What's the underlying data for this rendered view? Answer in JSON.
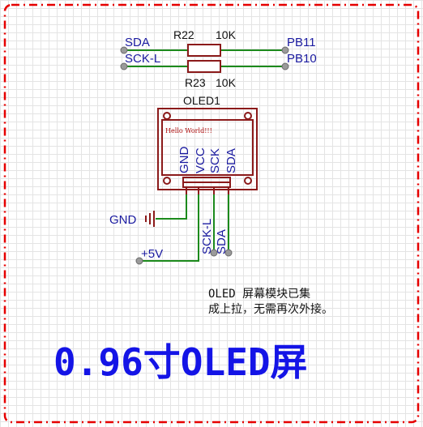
{
  "border_color": "#e60000",
  "wire_color": "#1c8a1c",
  "part_color": "#8b1a1a",
  "label_color": "#1a1aa0",
  "title_color": "#1414e6",
  "resistors": {
    "r22": {
      "ref": "R22",
      "value": "10K"
    },
    "r23": {
      "ref": "R23",
      "value": "10K"
    }
  },
  "nets": {
    "sda_left": "SDA",
    "sckl_left": "SCK-L",
    "pb11": "PB11",
    "pb10": "PB10",
    "gnd": "GND",
    "vcc": "+5V",
    "sckl_bottom": "SCK-L",
    "sda_bottom": "SDA"
  },
  "oled": {
    "ref": "OLED1",
    "screen_text": "Hello World!!!",
    "pins": [
      "GND",
      "VCC",
      "SCK",
      "SDA"
    ]
  },
  "note": {
    "line1": "OLED 屏幕模块已集",
    "line2": "成上拉，无需再次外接。"
  },
  "title": "0.96寸OLED屏"
}
